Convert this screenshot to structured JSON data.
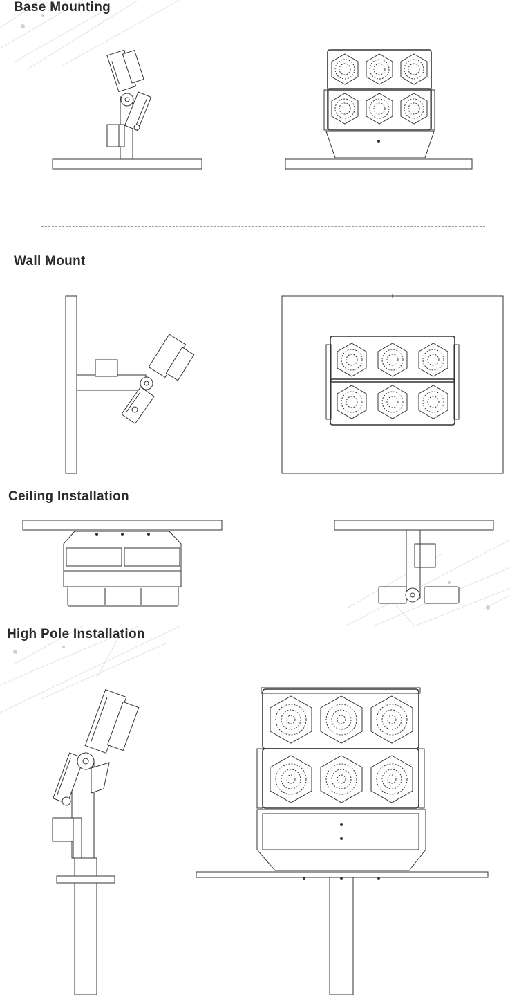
{
  "sections": {
    "base": {
      "title": "Base Mounting"
    },
    "wall": {
      "title": "Wall Mount"
    },
    "ceiling": {
      "title": "Ceiling Installation"
    },
    "pole": {
      "title": "High Pole Installation"
    }
  },
  "colors": {
    "line": "#333333",
    "decoration": "#dcdcdc",
    "heading": "#2a2a2a"
  },
  "icons": [
    "hexagon-led-module-icon",
    "bracket-icon",
    "pivot-knob-icon"
  ]
}
